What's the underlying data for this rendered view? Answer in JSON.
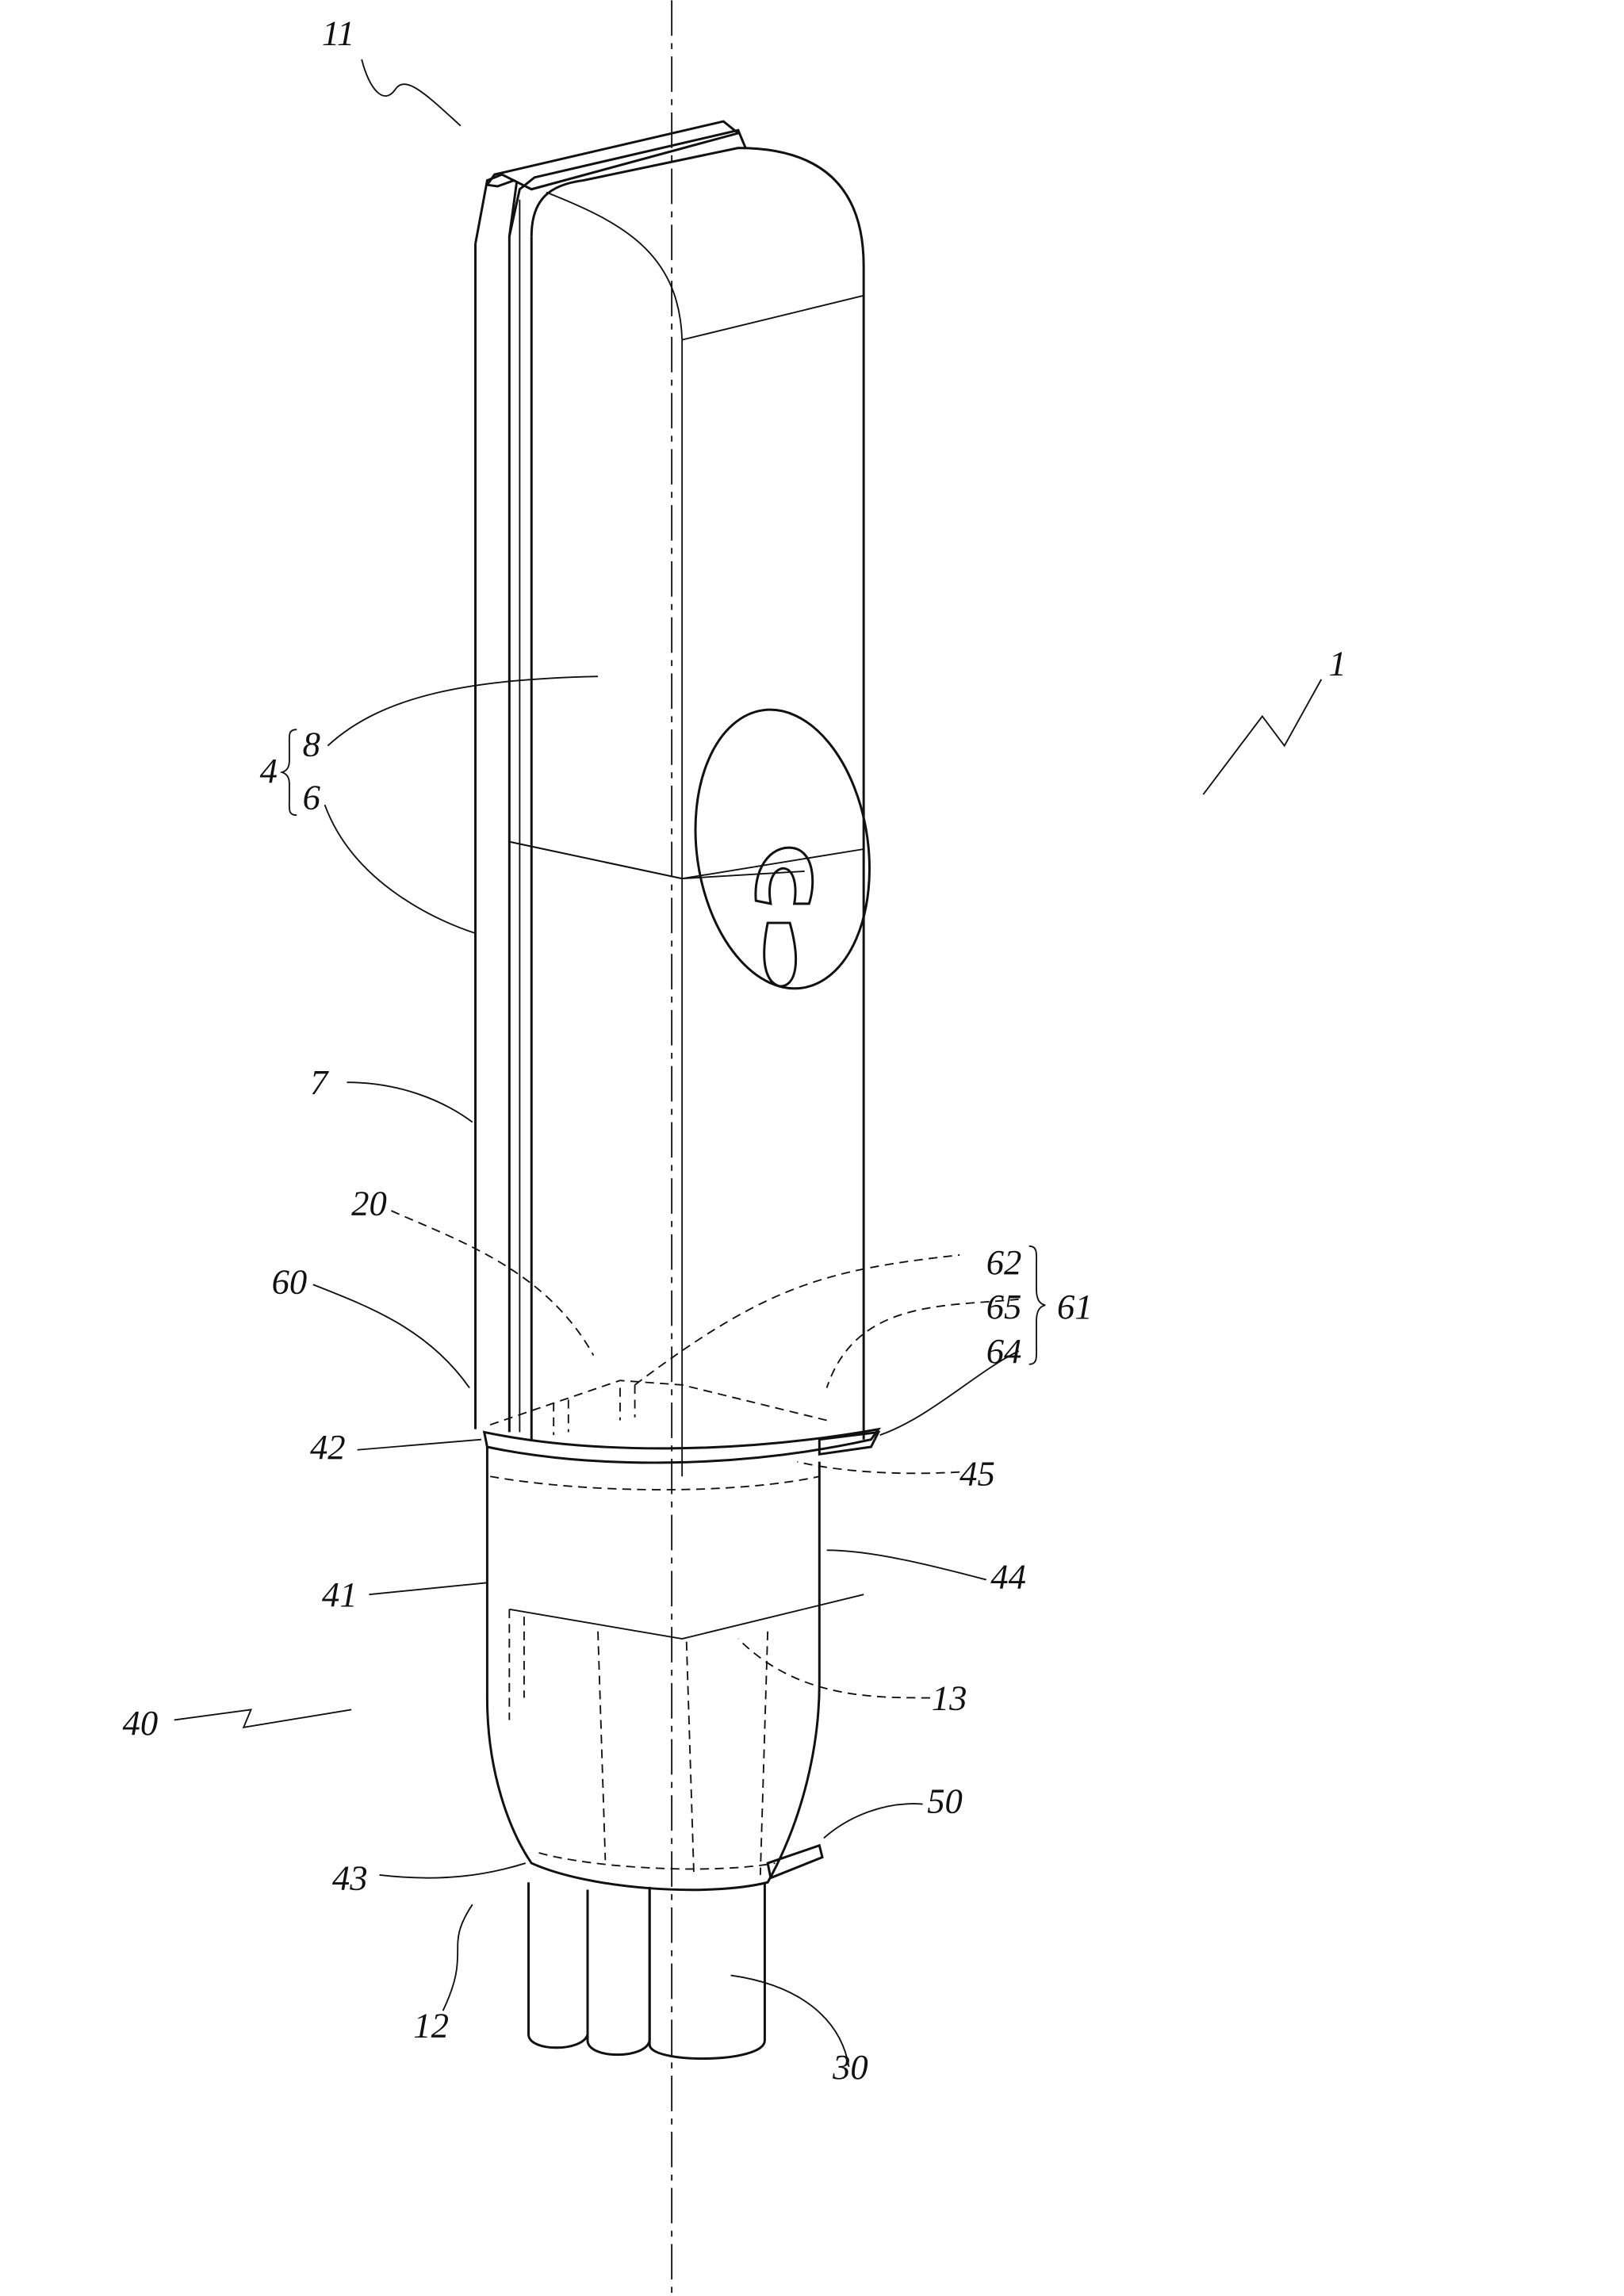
{
  "figure": {
    "reference_numerals": {
      "n11": "11",
      "n1": "1",
      "n4": "4",
      "n8": "8",
      "n6": "6",
      "n7": "7",
      "n20": "20",
      "n60": "60",
      "n62": "62",
      "n65": "65",
      "n64": "64",
      "n61": "61",
      "n42": "42",
      "n45": "45",
      "n41": "41",
      "n44": "44",
      "n13": "13",
      "n40": "40",
      "n50": "50",
      "n43": "43",
      "n12": "12",
      "n30": "30"
    },
    "line_color": "#111111",
    "background": "#ffffff"
  }
}
